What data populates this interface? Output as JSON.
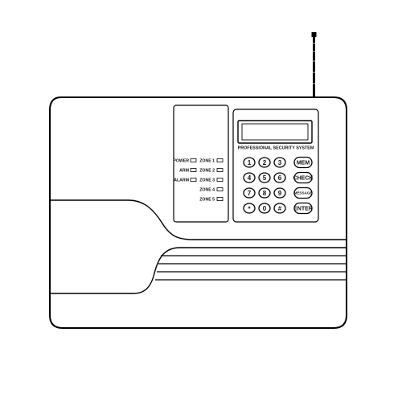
{
  "device": {
    "brand_text": "PROFESSIONAL SECURITY SYSTEM",
    "leds_left": [
      {
        "label": "POWER"
      },
      {
        "label": "ARM"
      },
      {
        "label": "ALARM"
      }
    ],
    "leds_right": [
      {
        "label": "ZONE 1"
      },
      {
        "label": "ZONE 2"
      },
      {
        "label": "ZONE 3"
      },
      {
        "label": "ZONE 4"
      },
      {
        "label": "ZONE 5"
      }
    ],
    "keypad": {
      "digit_keys": [
        "1",
        "2",
        "3",
        "4",
        "5",
        "6",
        "7",
        "8",
        "9",
        "*",
        "0",
        "#"
      ],
      "function_keys": [
        "MEM",
        "CHECK",
        "MESSAGE",
        "ENTER"
      ]
    }
  }
}
